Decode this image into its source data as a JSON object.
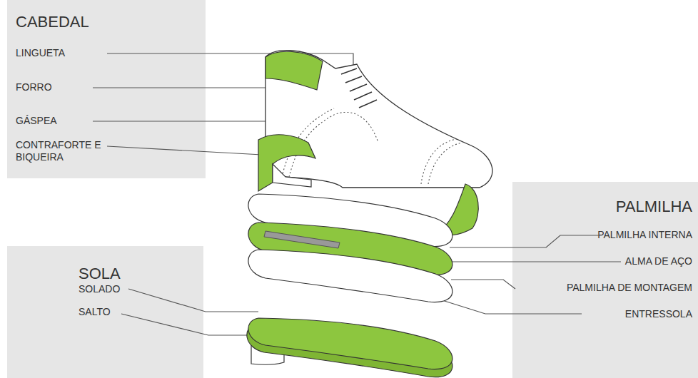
{
  "diagram": {
    "nodes": [
      {
        "text": [
          "CABEDAL",
          "LINGUETA",
          "FORRO",
          "GÁSPEA",
          "CONTRAFORTE E BIQUEIRA"
        ]
      },
      {
        "text": [
          "SOLA",
          "SOLADO",
          "SALTO"
        ]
      },
      {
        "text": [
          "PALMILHA",
          "PALMILHA INTERNA",
          "ALMA DE AÇO",
          "PALMILHA DE MONTAGEM",
          "ENTRESSOLA"
        ]
      }
    ],
    "edges": []
  }
}
